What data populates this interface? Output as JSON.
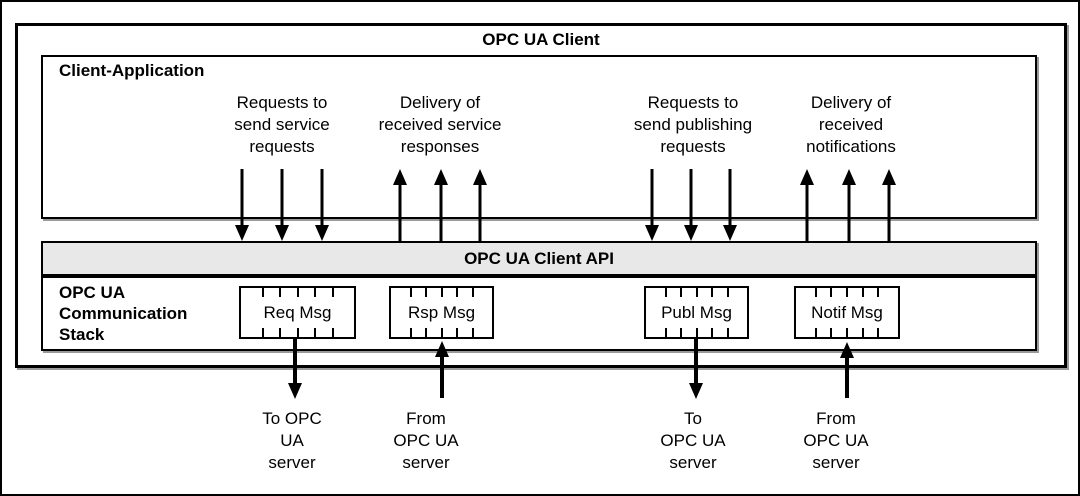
{
  "title": "OPC UA Client",
  "client_application": {
    "label": "Client-Application"
  },
  "api_bar": {
    "label": "OPC UA Client API"
  },
  "comm_stack": {
    "lines": [
      "OPC UA",
      "Communication",
      "Stack"
    ]
  },
  "flow_labels": [
    {
      "direction": "down",
      "lines": [
        "Requests to",
        "send service",
        "requests"
      ]
    },
    {
      "direction": "up",
      "lines": [
        "Delivery of",
        "received service",
        "responses"
      ]
    },
    {
      "direction": "down",
      "lines": [
        "Requests to",
        "send publishing",
        "requests"
      ]
    },
    {
      "direction": "up",
      "lines": [
        "Delivery of",
        "received",
        "notifications"
      ]
    }
  ],
  "message_boxes": [
    {
      "label": "Req Msg"
    },
    {
      "label": "Rsp Msg"
    },
    {
      "label": "Publ Msg"
    },
    {
      "label": "Notif Msg"
    }
  ],
  "server_labels": [
    {
      "lines": [
        "To OPC",
        "UA",
        "server"
      ]
    },
    {
      "lines": [
        "From",
        "OPC UA",
        "server"
      ]
    },
    {
      "lines": [
        "To",
        "OPC UA",
        "server"
      ]
    },
    {
      "lines": [
        "From",
        "OPC UA",
        "server"
      ]
    }
  ],
  "colors": {
    "border": "#000000",
    "api_bar_bg": "#e8e8e8",
    "shadow": "#9a9a9a"
  }
}
